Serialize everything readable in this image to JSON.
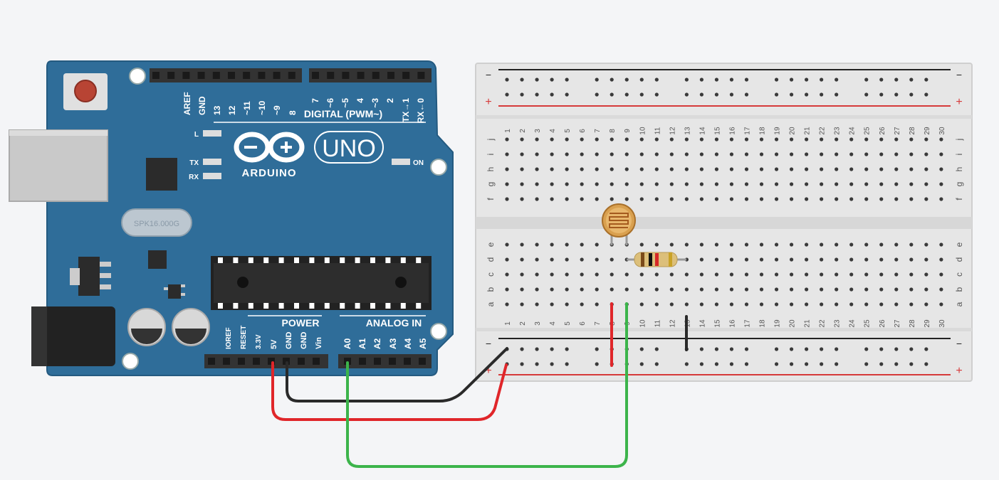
{
  "arduino": {
    "brand": "ARDUINO",
    "model": "UNO",
    "digital_header_label": "DIGITAL (PWM~)",
    "power_header_label": "POWER",
    "analog_header_label": "ANALOG IN",
    "crystal_label": "SPK16.000G",
    "led_labels": {
      "l": "L",
      "tx": "TX",
      "rx": "RX",
      "on": "ON"
    },
    "digital_pins_left": [
      "AREF",
      "GND",
      "13",
      "12",
      "~11",
      "~10",
      "~9",
      "8"
    ],
    "digital_pins_right": [
      "7",
      "~6",
      "~5",
      "4",
      "~3",
      "2",
      "TX→1",
      "RX←0"
    ],
    "power_pins": [
      "IOREF",
      "RESET",
      "3.3V",
      "5V",
      "GND",
      "GND",
      "Vin"
    ],
    "analog_pins": [
      "A0",
      "A1",
      "A2",
      "A3",
      "A4",
      "A5"
    ],
    "colors": {
      "board": "#2f6d99",
      "board_edge": "#245a80",
      "header": "#333333"
    }
  },
  "breadboard": {
    "columns": [
      "1",
      "2",
      "3",
      "4",
      "5",
      "6",
      "7",
      "8",
      "9",
      "10",
      "11",
      "12",
      "13",
      "14",
      "15",
      "16",
      "17",
      "18",
      "19",
      "20",
      "21",
      "22",
      "23",
      "24",
      "25",
      "26",
      "27",
      "28",
      "29",
      "30"
    ],
    "rows_top": [
      "j",
      "i",
      "h",
      "g",
      "f"
    ],
    "rows_bottom": [
      "e",
      "d",
      "c",
      "b",
      "a"
    ],
    "rail_minus": "−",
    "rail_plus": "+",
    "colors": {
      "body": "#e6e6e6",
      "hole": "#3a3a3a",
      "rail_red": "#d63a3a",
      "rail_black": "#222222"
    }
  },
  "wires": {
    "colors": {
      "red": "#e0262a",
      "black": "#2a2a2a",
      "green": "#3cb44b"
    }
  }
}
